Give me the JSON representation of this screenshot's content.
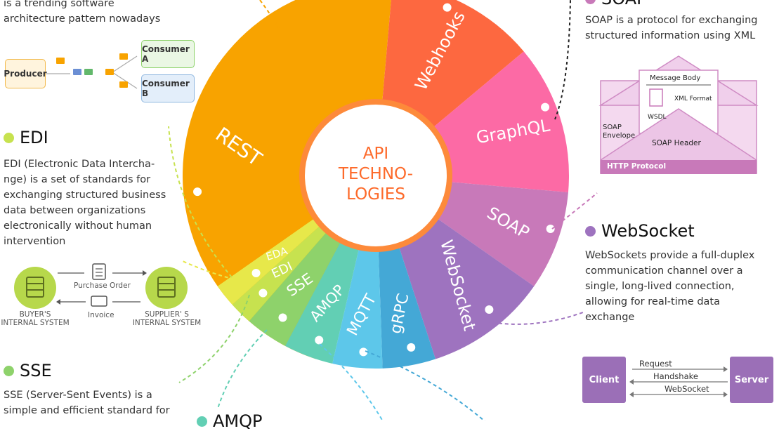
{
  "center": {
    "line1": "API",
    "line2": "TECHNO-",
    "line3": "LOGIES"
  },
  "segments": [
    {
      "name": "REST",
      "color": "#f8a300"
    },
    {
      "name": "Webhooks",
      "color": "#fd6840"
    },
    {
      "name": "GraphQL",
      "color": "#fc6aa5"
    },
    {
      "name": "SOAP",
      "color": "#c879b9"
    },
    {
      "name": "WebSocket",
      "color": "#9e73bf"
    },
    {
      "name": "gRPC",
      "color": "#44a8d6"
    },
    {
      "name": "MQTT",
      "color": "#5dc7ea"
    },
    {
      "name": "AMQP",
      "color": "#62cfb4"
    },
    {
      "name": "SSE",
      "color": "#8ed26b"
    },
    {
      "name": "EDI",
      "color": "#c7e24f"
    },
    {
      "name": "EDA",
      "color": "#e7e84a"
    }
  ],
  "eda": {
    "text_line1": "is a trending software",
    "text_line2": "architecture pattern nowadays",
    "producer": "Producer",
    "consumer_a": "Consumer A",
    "consumer_b": "Consumer B"
  },
  "edi": {
    "title": "EDI",
    "color": "#c7e24f",
    "text": [
      "EDI (Electronic Data Intercha-",
      "nge) is a set of standards for",
      "exchanging structured business",
      "data between organizations",
      "electronically without human",
      "intervention"
    ],
    "purchase_order": "Purchase Order",
    "invoice": "Invoice",
    "buyer_line1": "BUYER'S",
    "buyer_line2": "INTERNAL SYSTEM",
    "supplier_line1": "SUPPLIER' S",
    "supplier_line2": "INTERNAL SYSTEM"
  },
  "sse": {
    "title": "SSE",
    "color": "#8ed26b",
    "text": [
      "SSE (Server-Sent Events) is a",
      "simple and efficient standard for"
    ]
  },
  "amqp": {
    "title": "AMQP",
    "color": "#62cfb4"
  },
  "soap": {
    "title": "SOAP",
    "color": "#c879b9",
    "text": [
      "SOAP is a protocol for exchanging",
      "structured information using XML"
    ],
    "message_body": "Message Body",
    "xml_format": "XML Format",
    "wsdl": "WSDL",
    "soap_envelope_line1": "SOAP",
    "soap_envelope_line2": "Envelope",
    "soap_header": "SOAP Header",
    "http_protocol": "HTTP Protocol"
  },
  "websocket": {
    "title": "WebSocket",
    "color": "#9e73bf",
    "text": [
      "WebSockets provide a full-duplex",
      "communication channel over a",
      "single, long-lived connection,",
      "allowing for real-time data",
      "exchange"
    ],
    "client": "Client",
    "server": "Server",
    "request": "Request",
    "handshake": "Handshake",
    "websocket_label": "WebSocket"
  }
}
